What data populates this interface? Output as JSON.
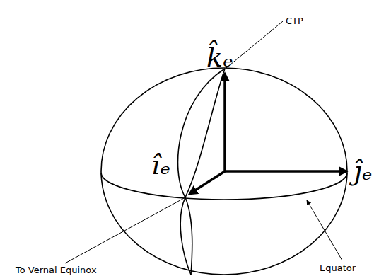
{
  "diagram": {
    "labels": [
      "k̂ₑ",
      "îₑ",
      "ĵₑ",
      "CTP",
      "To Vernal Equinox",
      "Equator"
    ]
  }
}
